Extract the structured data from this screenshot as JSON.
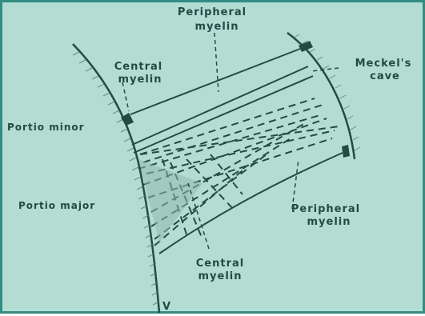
{
  "labels": {
    "peripheral_myelin_top": [
      "Peripheral",
      "myelin"
    ],
    "central_myelin_top": [
      "Central",
      "myelin"
    ],
    "meckels_cave": [
      "Meckel's",
      "cave"
    ],
    "portio_minor": "Portio minor",
    "portio_major": "Portio major",
    "peripheral_myelin_right": [
      "Peripheral",
      "myelin"
    ],
    "central_myelin_bottom": [
      "Central",
      "myelin"
    ],
    "v_mark": "V"
  },
  "colors": {
    "background": "#b5dcd3",
    "border": "#2f8d82",
    "ink": "#244a44"
  }
}
